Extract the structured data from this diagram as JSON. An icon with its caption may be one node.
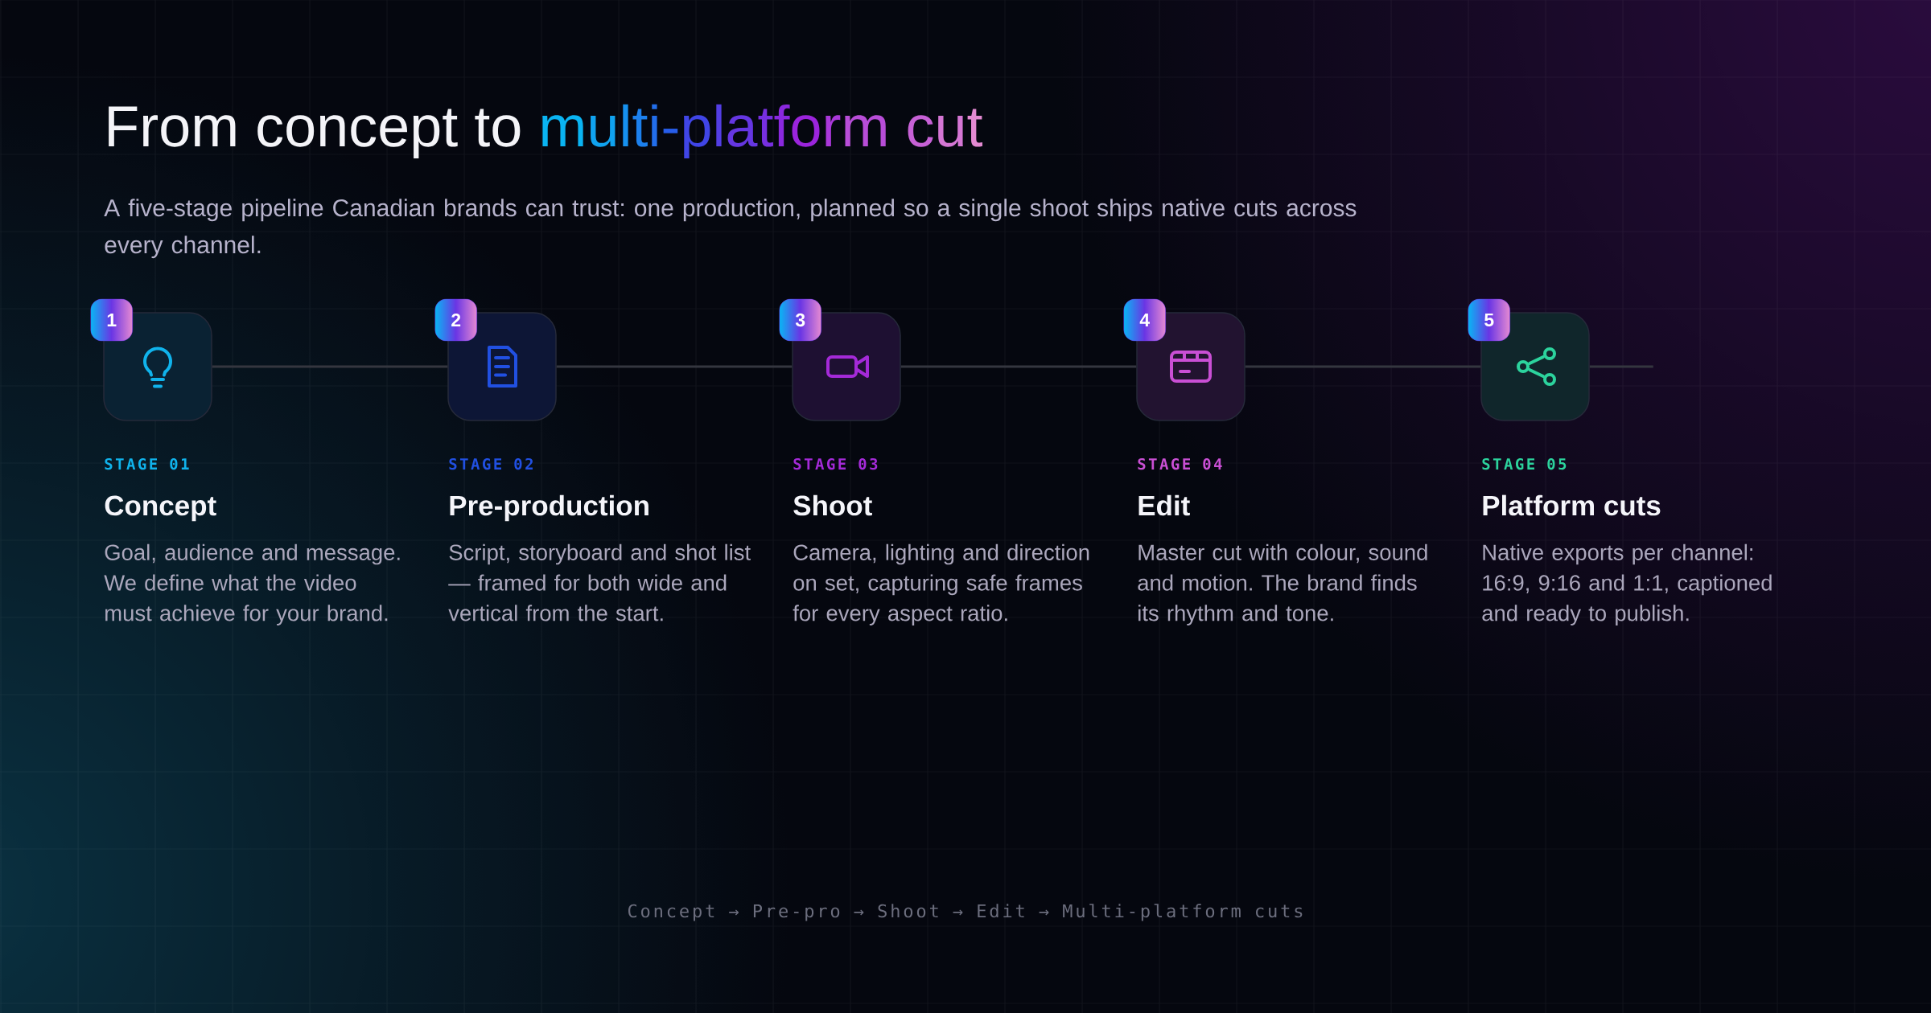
{
  "diagram": {
    "title": "From concept to multi-platform cut",
    "nodes": [
      {
        "text": [
          "1"
        ]
      },
      {
        "text": [],
        "shape": "box",
        "beside": [
          "STAGE 01",
          "Concept",
          "Goal, audience and message. We define what the video must achieve for your brand."
        ]
      },
      {
        "text": [
          "2"
        ]
      },
      {
        "text": [],
        "shape": "box",
        "beside": [
          "STAGE 02",
          "Pre-production",
          "Script, storyboard and shot list — framed for both wide and vertical from the start."
        ]
      },
      {
        "text": [
          "3"
        ]
      },
      {
        "text": [],
        "shape": "box",
        "beside": [
          "STAGE 03",
          "Shoot",
          "Camera, lighting and direction on set, capturing safe frames for every aspect ratio."
        ]
      },
      {
        "text": [
          "4"
        ]
      },
      {
        "text": [],
        "shape": "box",
        "beside": [
          "STAGE 04",
          "Edit",
          "Master cut with colour, sound and motion. The brand finds its rhythm and tone."
        ]
      },
      {
        "text": [
          "5"
        ]
      },
      {
        "text": [],
        "shape": "box",
        "beside": [
          "STAGE 05",
          "Platform cuts",
          "Native exports per channel: 16:9, 9:16 and 1:1, captioned and ready to publish."
        ]
      }
    ],
    "edges": [
      {
        "from": 1,
        "to": 3,
        "arrow": "none"
      },
      {
        "from": 3,
        "to": 5,
        "arrow": "none"
      },
      {
        "from": 5,
        "to": 7,
        "arrow": "none"
      },
      {
        "from": 7,
        "to": 9,
        "arrow": "none"
      },
      {
        "from": 9,
        "to": null,
        "arrow": "none"
      }
    ],
    "labels": [
      "A five-stage pipeline Canadian brands can trust: one production, planned so a single shoot ships native cuts across every channel.",
      "Concept → Pre-pro → Shoot → Edit → Multi-platform cuts"
    ]
  }
}
